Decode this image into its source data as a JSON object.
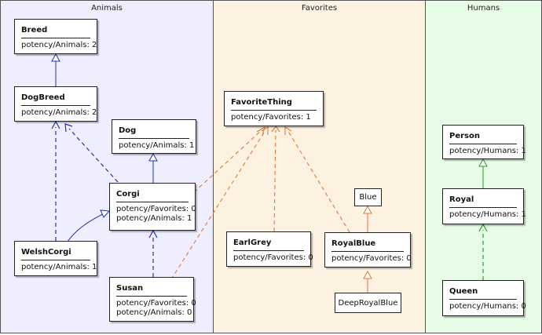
{
  "lanes": {
    "animals": "Animals",
    "favorites": "Favorites",
    "humans": "Humans"
  },
  "nodes": {
    "breed": {
      "name": "Breed",
      "attrs": [
        "potency/Animals: 2"
      ]
    },
    "dogbreed": {
      "name": "DogBreed",
      "attrs": [
        "potency/Animals: 2"
      ]
    },
    "dog": {
      "name": "Dog",
      "attrs": [
        "potency/Animals: 1"
      ]
    },
    "corgi": {
      "name": "Corgi",
      "attrs": [
        "potency/Favorites: 0",
        "potency/Animals: 1"
      ]
    },
    "welshcorgi": {
      "name": "WelshCorgi",
      "attrs": [
        "potency/Animals: 1"
      ]
    },
    "susan": {
      "name": "Susan",
      "attrs": [
        "potency/Favorites: 0",
        "potency/Animals: 0"
      ]
    },
    "favoritething": {
      "name": "FavoriteThing",
      "attrs": [
        "potency/Favorites: 1"
      ]
    },
    "earlgrey": {
      "name": "EarlGrey",
      "attrs": [
        "potency/Favorites: 0"
      ]
    },
    "royalblue": {
      "name": "RoyalBlue",
      "attrs": [
        "potency/Favorites: 0"
      ]
    },
    "blue": {
      "name": "Blue"
    },
    "deeproyalblue": {
      "name": "DeepRoyalBlue"
    },
    "person": {
      "name": "Person",
      "attrs": [
        "potency/Humans: 1"
      ]
    },
    "royal": {
      "name": "Royal",
      "attrs": [
        "potency/Humans: 1"
      ]
    },
    "queen": {
      "name": "Queen",
      "attrs": [
        "potency/Humans: 0"
      ]
    }
  },
  "colors": {
    "animals_edge": "#2233aa",
    "favorites_edge": "#e07a3a",
    "humans_edge": "#2d9a2d"
  }
}
